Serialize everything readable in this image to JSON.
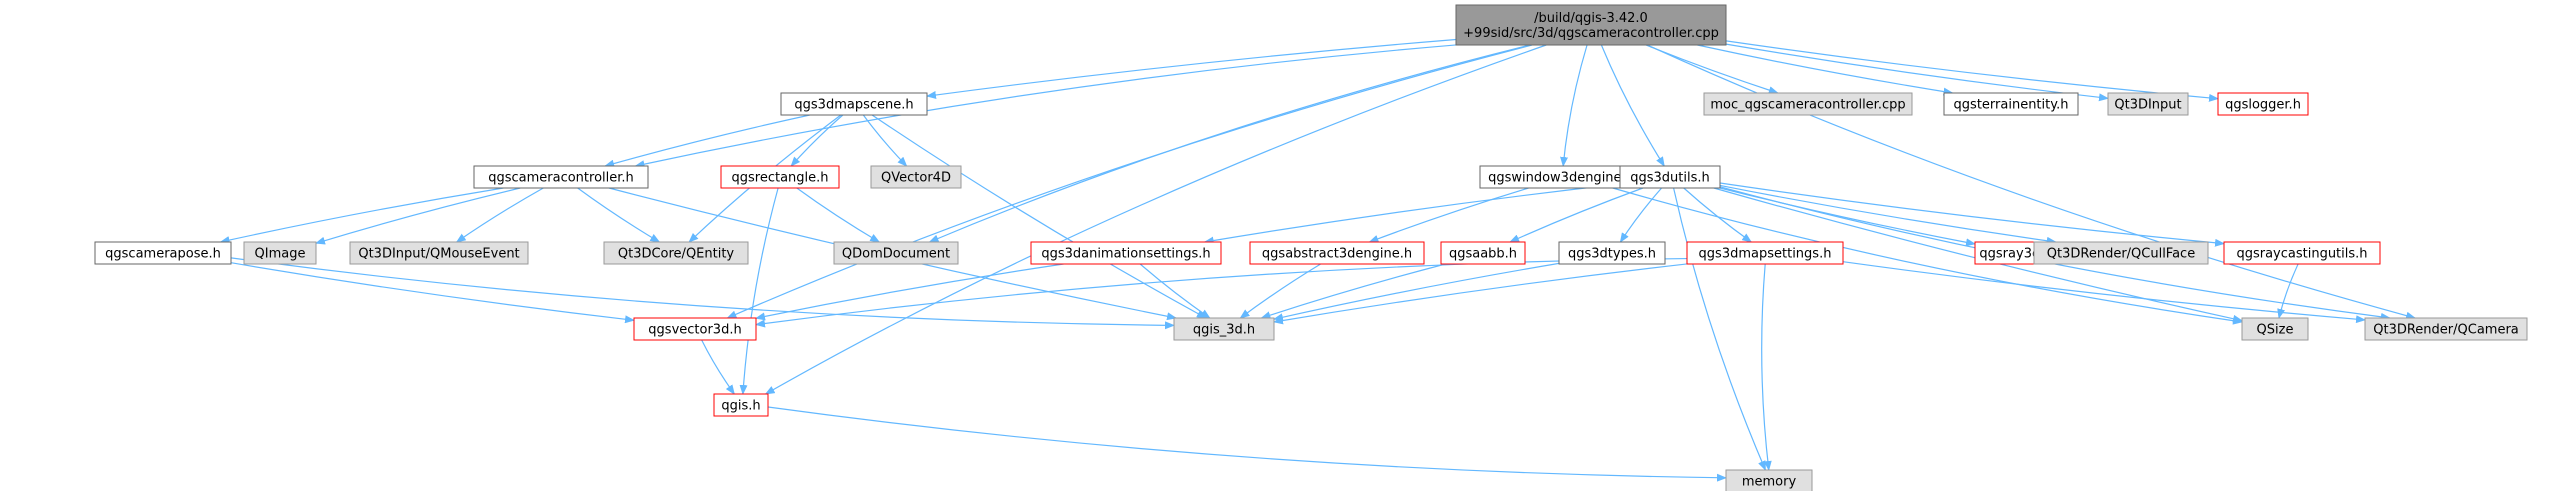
{
  "graph": {
    "colors": {
      "edge": "#63b8ff",
      "root_fill": "#999999",
      "gray_fill": "#e0e0e0",
      "white_fill": "#ffffff",
      "red_border": "#ff0000",
      "gray_border": "#999999",
      "black_border": "#666666",
      "text": "#000000"
    },
    "nodes": [
      {
        "id": "root",
        "lines": [
          "/build/qgis-3.42.0",
          "+99sid/src/3d/qgscameracontroller.cpp"
        ],
        "style": "root"
      },
      {
        "id": "qgs3dmapscene",
        "lines": [
          "qgs3dmapscene.h"
        ],
        "style": "white"
      },
      {
        "id": "moc",
        "lines": [
          "moc_qgscameracontroller.cpp"
        ],
        "style": "gray"
      },
      {
        "id": "qgsterrainentity",
        "lines": [
          "qgsterrainentity.h"
        ],
        "style": "white"
      },
      {
        "id": "qt3dinput",
        "lines": [
          "Qt3DInput"
        ],
        "style": "gray"
      },
      {
        "id": "qgslogger",
        "lines": [
          "qgslogger.h"
        ],
        "style": "red"
      },
      {
        "id": "qgscameracontroller",
        "lines": [
          "qgscameracontroller.h"
        ],
        "style": "white"
      },
      {
        "id": "qgsrectangle",
        "lines": [
          "qgsrectangle.h"
        ],
        "style": "red"
      },
      {
        "id": "qvector4d",
        "lines": [
          "QVector4D"
        ],
        "style": "gray"
      },
      {
        "id": "qgswindow3dengine",
        "lines": [
          "qgswindow3dengine.h"
        ],
        "style": "white"
      },
      {
        "id": "qgs3dutils",
        "lines": [
          "qgs3dutils.h"
        ],
        "style": "white"
      },
      {
        "id": "qgscamerapose",
        "lines": [
          "qgscamerapose.h"
        ],
        "style": "white"
      },
      {
        "id": "qimage",
        "lines": [
          "QImage"
        ],
        "style": "gray"
      },
      {
        "id": "qmouseevent",
        "lines": [
          "Qt3DInput/QMouseEvent"
        ],
        "style": "gray"
      },
      {
        "id": "qentity",
        "lines": [
          "Qt3DCore/QEntity"
        ],
        "style": "gray"
      },
      {
        "id": "qdomdocument",
        "lines": [
          "QDomDocument"
        ],
        "style": "gray"
      },
      {
        "id": "qgs3danimationsettings",
        "lines": [
          "qgs3danimationsettings.h"
        ],
        "style": "red"
      },
      {
        "id": "qgsabstract3dengine",
        "lines": [
          "qgsabstract3dengine.h"
        ],
        "style": "red"
      },
      {
        "id": "qgsaabb",
        "lines": [
          "qgsaabb.h"
        ],
        "style": "red"
      },
      {
        "id": "qgs3dtypes",
        "lines": [
          "qgs3dtypes.h"
        ],
        "style": "white"
      },
      {
        "id": "qgs3dmapsettings",
        "lines": [
          "qgs3dmapsettings.h"
        ],
        "style": "red"
      },
      {
        "id": "qgsray3d",
        "lines": [
          "qgsray3d.h"
        ],
        "style": "red"
      },
      {
        "id": "qcullface",
        "lines": [
          "Qt3DRender/QCullFace"
        ],
        "style": "gray"
      },
      {
        "id": "qgsraycastingutils",
        "lines": [
          "qgsraycastingutils.h"
        ],
        "style": "red"
      },
      {
        "id": "qgsvector3d",
        "lines": [
          "qgsvector3d.h"
        ],
        "style": "red"
      },
      {
        "id": "qgis3d",
        "lines": [
          "qgis_3d.h"
        ],
        "style": "gray"
      },
      {
        "id": "qsize",
        "lines": [
          "QSize"
        ],
        "style": "gray"
      },
      {
        "id": "qcamera",
        "lines": [
          "Qt3DRender/QCamera"
        ],
        "style": "gray"
      },
      {
        "id": "qgis",
        "lines": [
          "qgis.h"
        ],
        "style": "red"
      },
      {
        "id": "memory",
        "lines": [
          "memory"
        ],
        "style": "gray"
      }
    ],
    "edges": [
      [
        "root",
        "qgs3dmapscene"
      ],
      [
        "root",
        "moc"
      ],
      [
        "root",
        "qgsterrainentity"
      ],
      [
        "root",
        "qt3dinput"
      ],
      [
        "root",
        "qgslogger"
      ],
      [
        "root",
        "qgscameracontroller"
      ],
      [
        "root",
        "qgswindow3dengine"
      ],
      [
        "root",
        "qgs3dutils"
      ],
      [
        "root",
        "qdomdocument"
      ],
      [
        "root",
        "qgsvector3d"
      ],
      [
        "root",
        "qgis"
      ],
      [
        "root",
        "qcamera"
      ],
      [
        "qgs3dmapscene",
        "qgscameracontroller"
      ],
      [
        "qgs3dmapscene",
        "qgsrectangle"
      ],
      [
        "qgs3dmapscene",
        "qvector4d"
      ],
      [
        "qgs3dmapscene",
        "qentity"
      ],
      [
        "qgs3dmapscene",
        "qgis3d"
      ],
      [
        "qgscameracontroller",
        "qgscamerapose"
      ],
      [
        "qgscameracontroller",
        "qimage"
      ],
      [
        "qgscameracontroller",
        "qmouseevent"
      ],
      [
        "qgscameracontroller",
        "qentity"
      ],
      [
        "qgscameracontroller",
        "qgis3d"
      ],
      [
        "qgsrectangle",
        "qdomdocument"
      ],
      [
        "qgsrectangle",
        "qgis"
      ],
      [
        "qgswindow3dengine",
        "qgsabstract3dengine"
      ],
      [
        "qgswindow3dengine",
        "qsize"
      ],
      [
        "qgs3dutils",
        "qgs3danimationsettings"
      ],
      [
        "qgs3dutils",
        "qgsaabb"
      ],
      [
        "qgs3dutils",
        "qgs3dtypes"
      ],
      [
        "qgs3dutils",
        "qgs3dmapsettings"
      ],
      [
        "qgs3dutils",
        "qgsray3d"
      ],
      [
        "qgs3dutils",
        "qcullface"
      ],
      [
        "qgs3dutils",
        "qgsraycastingutils"
      ],
      [
        "qgs3dutils",
        "qsize"
      ],
      [
        "qgs3dutils",
        "qcamera"
      ],
      [
        "qgs3dutils",
        "memory"
      ],
      [
        "qgscamerapose",
        "qgsvector3d"
      ],
      [
        "qgscamerapose",
        "qgis3d"
      ],
      [
        "qgs3danimationsettings",
        "qgsvector3d"
      ],
      [
        "qgs3danimationsettings",
        "qgis3d"
      ],
      [
        "qgsabstract3dengine",
        "qgis3d"
      ],
      [
        "qgsaabb",
        "qgis3d"
      ],
      [
        "qgs3dtypes",
        "qgis3d"
      ],
      [
        "qgs3dmapsettings",
        "qgsvector3d"
      ],
      [
        "qgs3dmapsettings",
        "qgis3d"
      ],
      [
        "qgs3dmapsettings",
        "qcamera"
      ],
      [
        "qgs3dmapsettings",
        "memory"
      ],
      [
        "qgsraycastingutils",
        "qsize"
      ],
      [
        "qgsvector3d",
        "qgis"
      ],
      [
        "qgis",
        "memory"
      ]
    ]
  }
}
